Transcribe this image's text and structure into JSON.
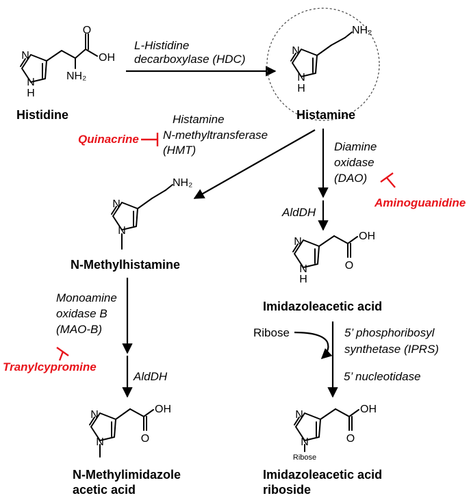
{
  "compounds": {
    "histidine": "Histidine",
    "histamine": "Histamine",
    "n_methylhistamine": "N-Methylhistamine",
    "imidazoleacetic_acid": "Imidazoleacetic acid",
    "n_methylimidazole_line1": "N-Methylimidazole",
    "n_methylimidazole_line2": "acetic acid",
    "iaa_riboside_line1": "Imidazoleacetic acid",
    "iaa_riboside_line2": "riboside"
  },
  "enzymes": {
    "hdc_line1": "L-Histidine",
    "hdc_line2": "decarboxylase (HDC)",
    "hmt_line1": "Histamine",
    "hmt_line2": "N-methyltransferase",
    "hmt_line3": "(HMT)",
    "dao_line1": "Diamine",
    "dao_line2": "oxidase",
    "dao_line3": "(DAO)",
    "aldh_right": "AldDH",
    "maob_line1": "Monoamine",
    "maob_line2": "oxidase B",
    "maob_line3": "(MAO-B)",
    "aldh_left": "AldDH",
    "iprs_line1": "5’ phosphoribosyl",
    "iprs_line2": "synthetase (IPRS)",
    "nucleotidase": "5’ nucleotidase"
  },
  "inhibitors": {
    "quinacrine": "Quinacrine",
    "aminoguanidine": "Aminoguanidine",
    "tranylcypromine": "Tranylcypromine",
    "color": "#e8141b"
  },
  "cosubstrate": {
    "ribose": "Ribose"
  },
  "atoms": {
    "N": "N",
    "H": "H",
    "OH": "OH",
    "O": "O",
    "NH2": "NH₂",
    "ribose_sub": "Ribose"
  }
}
